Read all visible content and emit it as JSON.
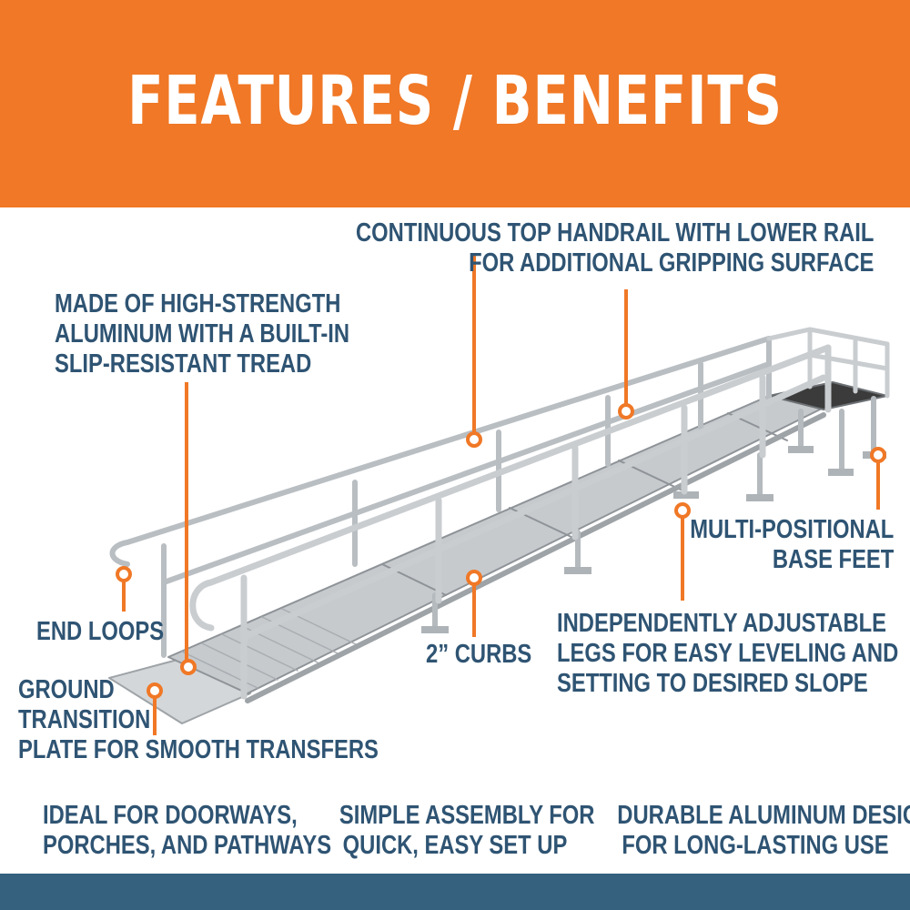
{
  "title": "FEATURES / BENEFITS",
  "colors": {
    "accent": "#f07826",
    "text": "#2f5473",
    "footer": "#35607e",
    "metal": "#c9cdd0"
  },
  "callouts": {
    "handrail": [
      "CONTINUOUS TOP HANDRAIL WITH LOWER RAIL",
      "FOR ADDITIONAL GRIPPING SURFACE"
    ],
    "aluminum": [
      "MADE OF HIGH-STRENGTH",
      "ALUMINUM WITH A BUILT-IN",
      "SLIP-RESISTANT TREAD"
    ],
    "base_feet": [
      "MULTI-POSITIONAL",
      "BASE FEET"
    ],
    "end_loops": "END LOOPS",
    "curbs": "2” CURBS",
    "legs": [
      "INDEPENDENTLY ADJUSTABLE",
      "LEGS FOR EASY LEVELING AND",
      "SETTING TO DESIRED SLOPE"
    ],
    "ground_plate": [
      "GROUND",
      "TRANSITION",
      "PLATE FOR SMOOTH TRANSFERS"
    ]
  },
  "benefits": [
    [
      "IDEAL FOR DOORWAYS,",
      "PORCHES, AND PATHWAYS"
    ],
    [
      "SIMPLE ASSEMBLY FOR",
      "QUICK, EASY SET UP"
    ],
    [
      "DURABLE ALUMINUM DESIGN",
      "FOR LONG-LASTING USE"
    ]
  ]
}
